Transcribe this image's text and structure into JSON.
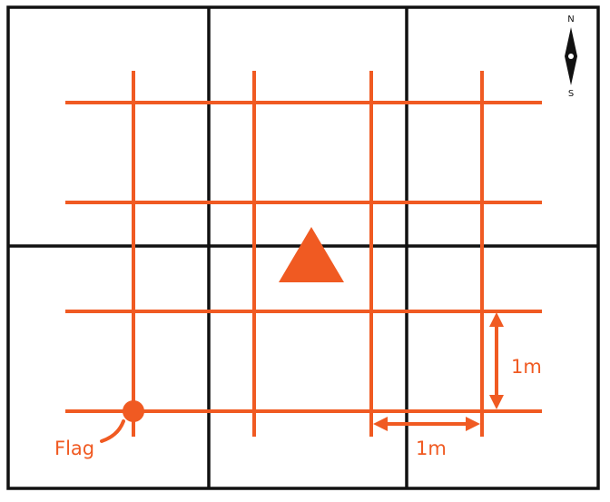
{
  "compass": {
    "north": "N",
    "south": "S"
  },
  "labels": {
    "flag": "Flag",
    "vertical_scale": "1m",
    "horizontal_scale": "1m"
  },
  "colors": {
    "accent": "#F05A22",
    "border": "#111111",
    "background": "#FFFFFF"
  },
  "icons": [
    "compass-needle-icon",
    "triangle-marker-icon",
    "flag-dot-icon",
    "double-arrow-icon"
  ]
}
